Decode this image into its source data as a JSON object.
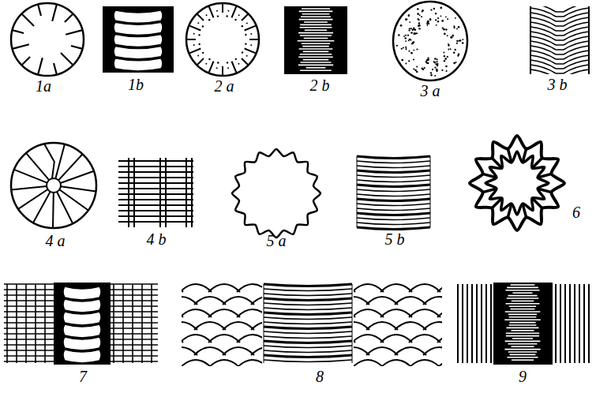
{
  "diagram": {
    "labels": [
      "1a",
      "1b",
      "2 a",
      "2 b",
      "3 a",
      "3 b",
      "4 a",
      "4 b",
      "5 a",
      "5 b",
      "6",
      "7",
      "8",
      "9"
    ]
  }
}
